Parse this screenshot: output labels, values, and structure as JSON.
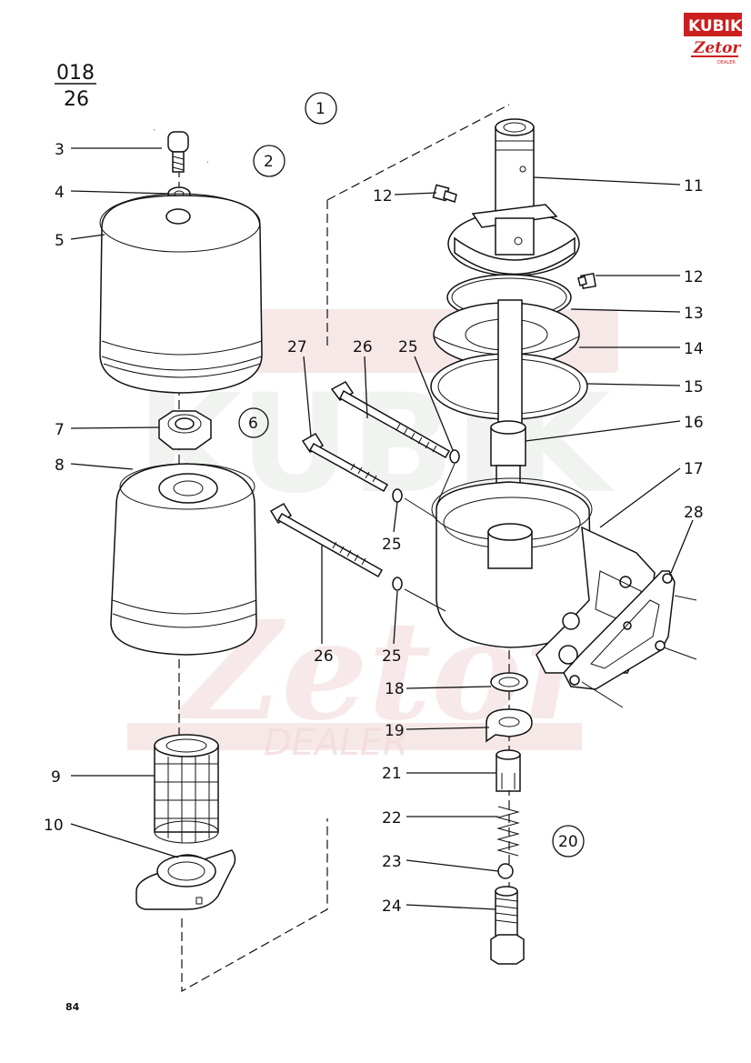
{
  "page": {
    "number": "84"
  },
  "group_code": {
    "top": "018",
    "bottom": "26"
  },
  "logo": {
    "brand": "KUBIK",
    "sub": "Zetor",
    "tag": "DEALER",
    "accent": "#cc1f1f"
  },
  "watermark": {
    "brand": "KUBIK",
    "sub": "Zetor",
    "tag": "DEALER"
  },
  "callouts": {
    "c3": "3",
    "c4": "4",
    "c5": "5",
    "c7": "7",
    "c8": "8",
    "c9": "9",
    "c10": "10",
    "c11": "11",
    "c12a": "12",
    "c12b": "12",
    "c13": "13",
    "c14": "14",
    "c15": "15",
    "c16": "16",
    "c17": "17",
    "c28": "28",
    "c27": "27",
    "c26a": "26",
    "c26b": "26",
    "c25a": "25",
    "c25b": "25",
    "c25c": "25",
    "c18": "18",
    "c19": "19",
    "c21": "21",
    "c22": "22",
    "c23": "23",
    "c24": "24"
  },
  "group_circles": {
    "g1": "1",
    "g2": "2",
    "g6": "6",
    "g20": "20"
  }
}
